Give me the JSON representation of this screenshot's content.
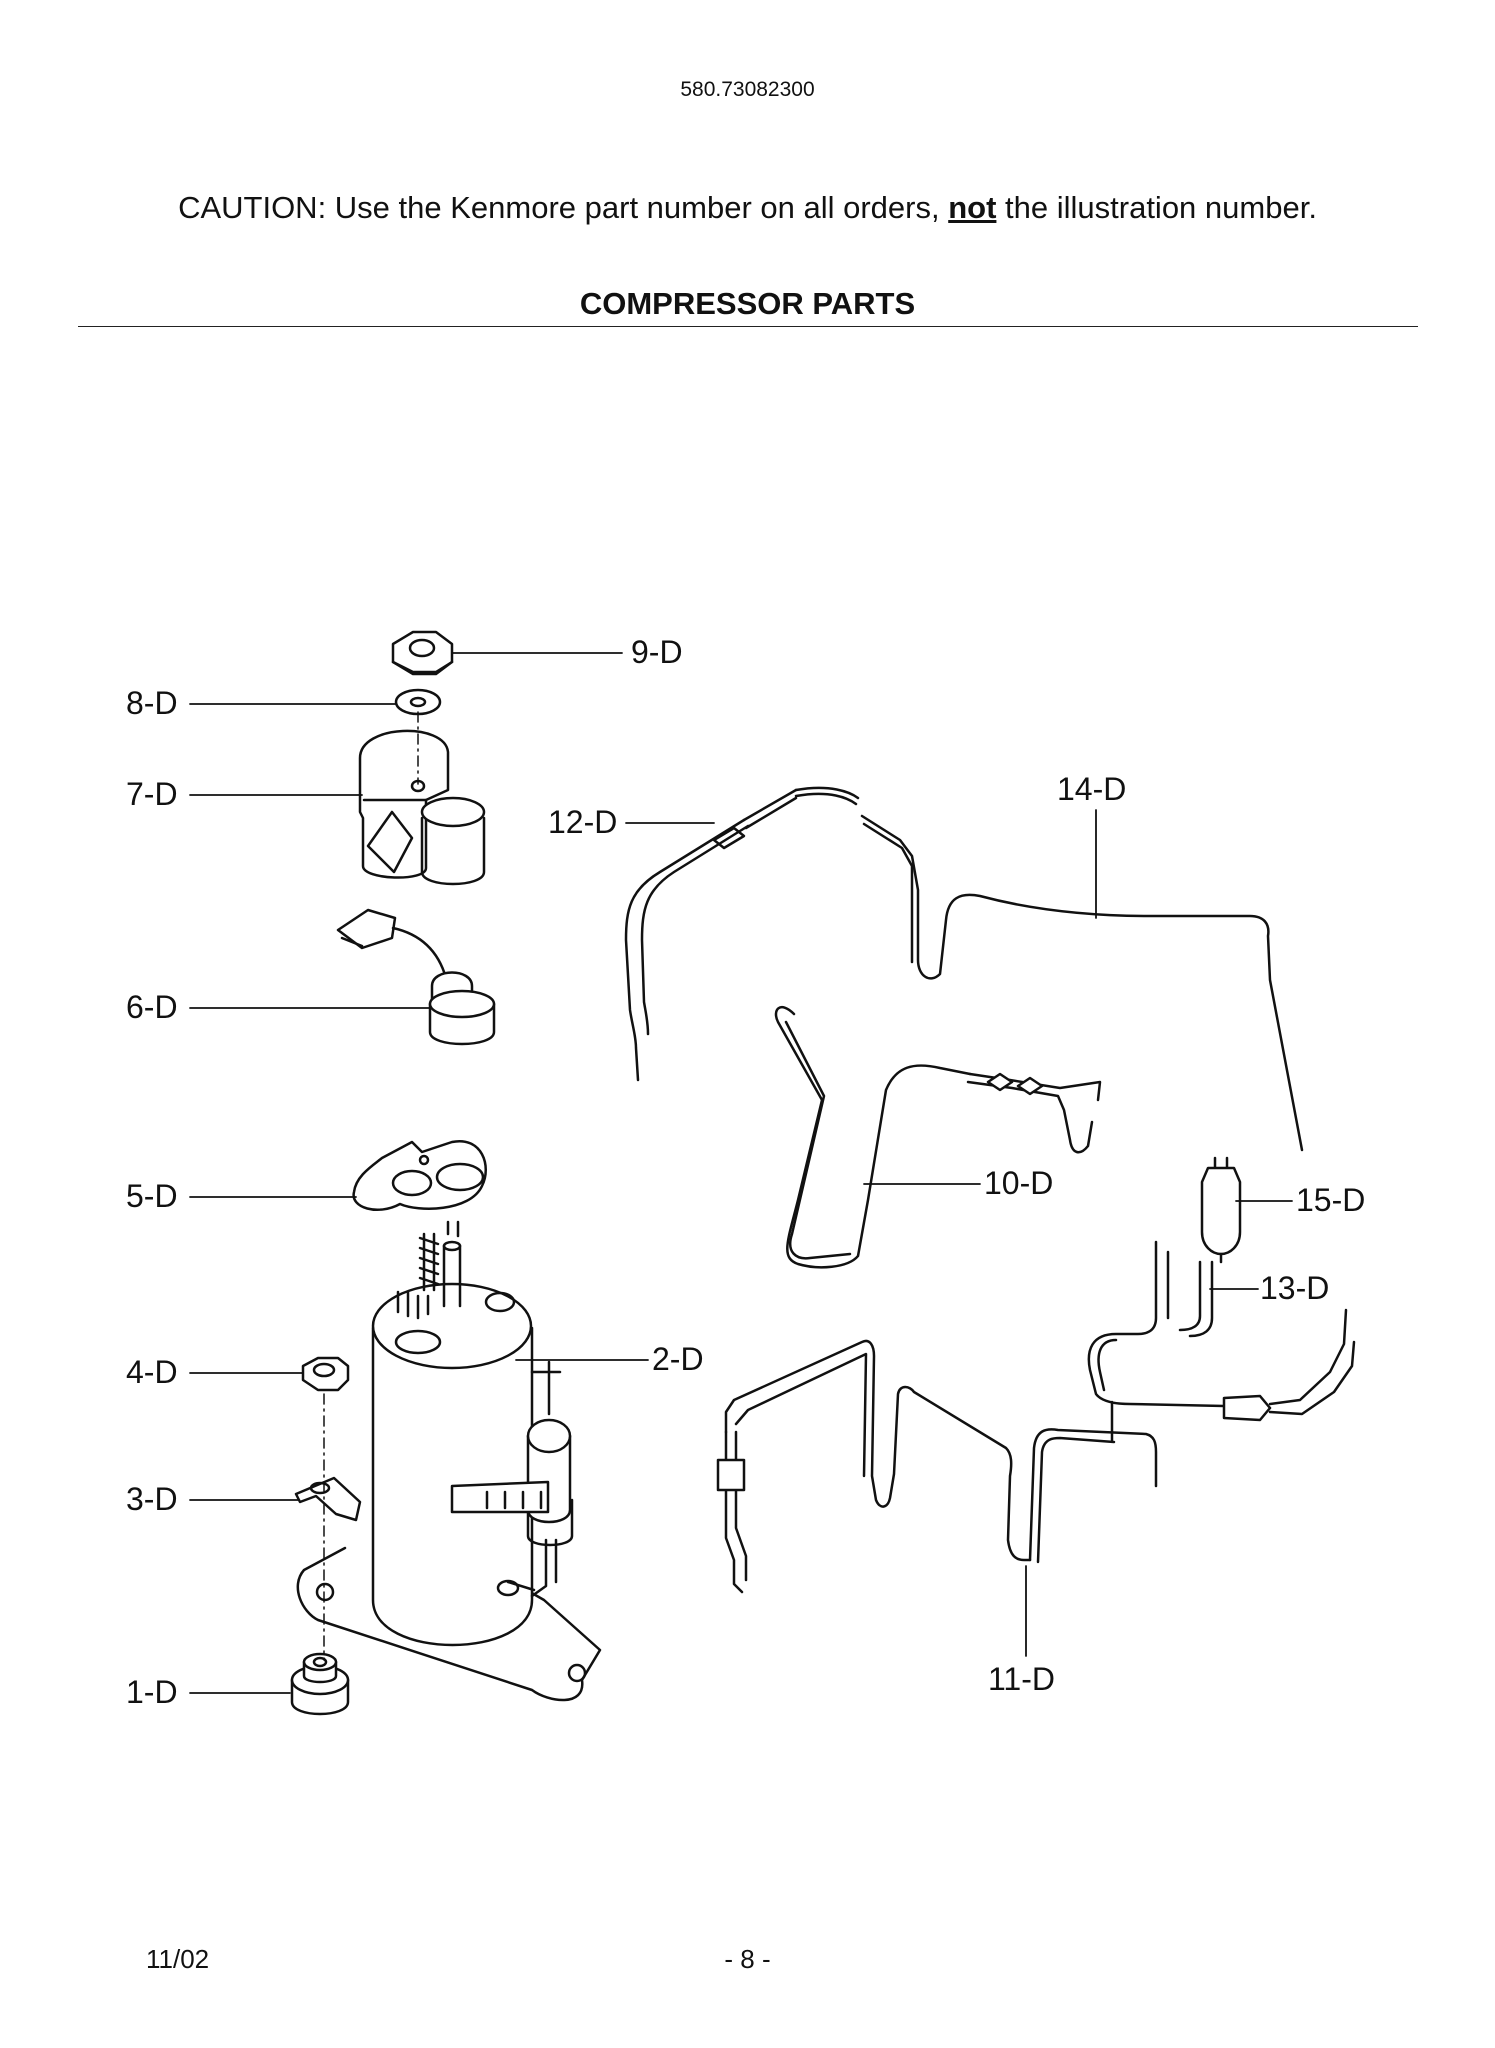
{
  "header": {
    "model_number": "580.73082300",
    "caution_prefix": "CAUTION: Use the Kenmore part number on all orders, ",
    "caution_emphasis": "not",
    "caution_suffix": " the illustration number.",
    "section_title": "COMPRESSOR PARTS"
  },
  "callouts": {
    "p1": "1-D",
    "p2": "2-D",
    "p3": "3-D",
    "p4": "4-D",
    "p5": "5-D",
    "p6": "6-D",
    "p7": "7-D",
    "p8": "8-D",
    "p9": "9-D",
    "p10": "10-D",
    "p11": "11-D",
    "p12": "12-D",
    "p13": "13-D",
    "p14": "14-D",
    "p15": "15-D"
  },
  "footer": {
    "date": "11/02",
    "page": "- 8 -"
  }
}
